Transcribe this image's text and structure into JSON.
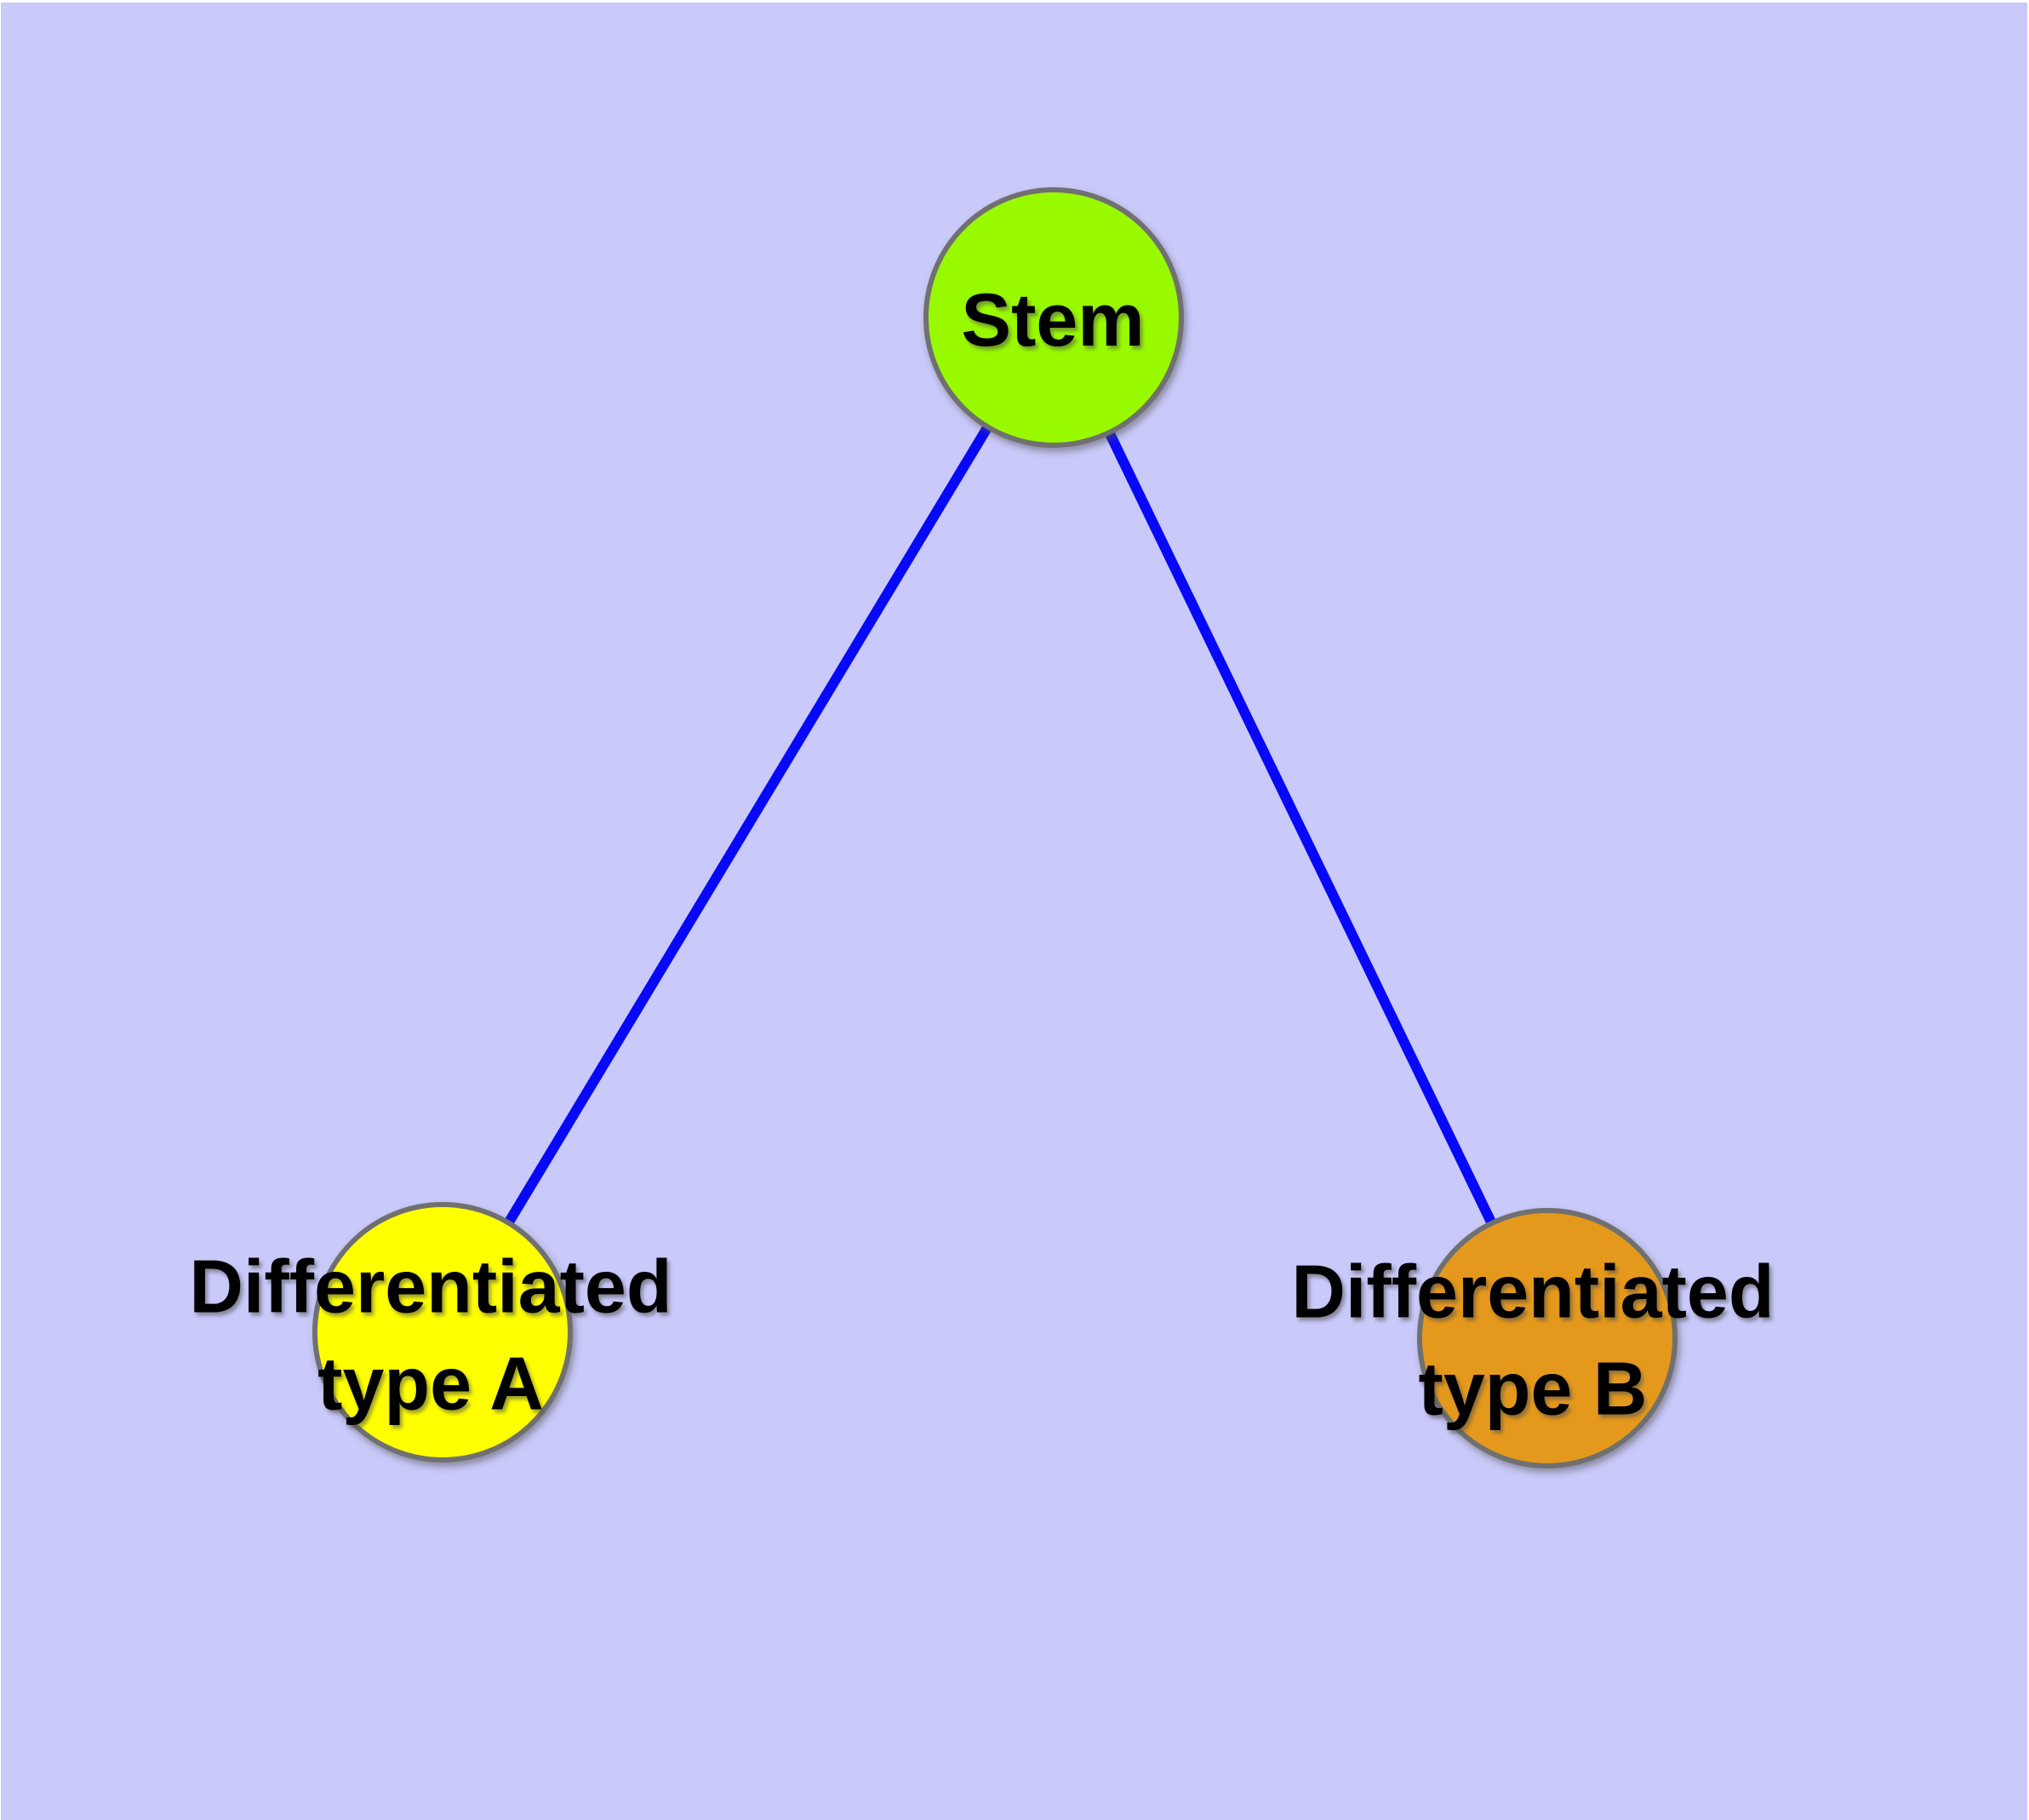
{
  "diagram": {
    "type": "node-link-tree",
    "title": "",
    "nodes": [
      {
        "id": "stem",
        "label": "Stem",
        "fill": "#99fa00"
      },
      {
        "id": "typeA",
        "label": "Differentiated\ntype A",
        "fill": "#ffff00"
      },
      {
        "id": "typeB",
        "label": "Differentiated\ntype B",
        "fill": "#e5991f"
      }
    ],
    "edges": [
      {
        "from": "stem",
        "to": "typeA"
      },
      {
        "from": "stem",
        "to": "typeB"
      }
    ],
    "colors": {
      "page_background": "#ffffff",
      "canvas_background": "#c9c9fa",
      "edge": "#0808f8",
      "node_border": "#707070",
      "label_text": "#000000"
    }
  }
}
